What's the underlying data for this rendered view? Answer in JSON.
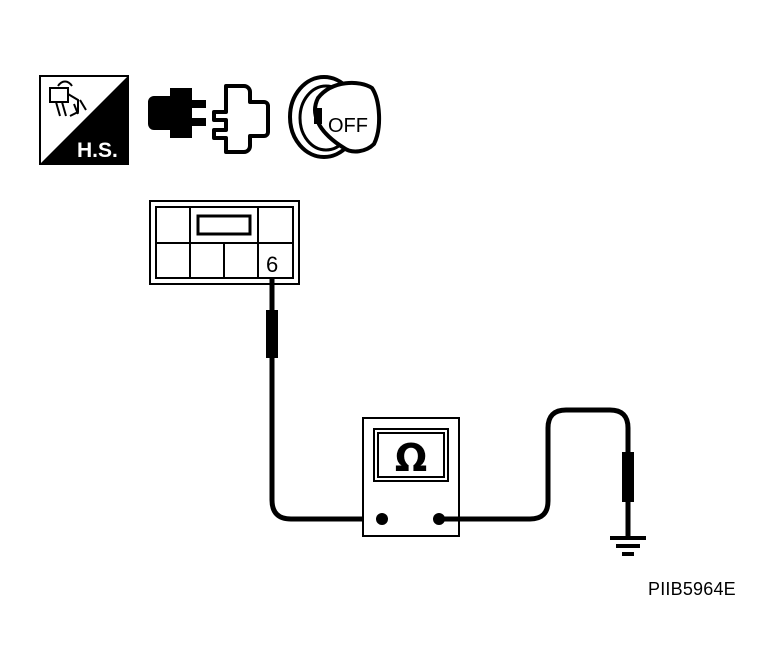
{
  "icons": {
    "harness_icon": {
      "name": "harness-connector-icon",
      "text": "H.S."
    },
    "disconnect_icon": {
      "name": "connector-disconnect-icon"
    },
    "ignition_icon": {
      "name": "ignition-key-icon",
      "text": "OFF"
    }
  },
  "connector": {
    "pin_label": "6"
  },
  "ohmmeter": {
    "symbol": "Ω",
    "icon": "ohmmeter-icon"
  },
  "ground": {
    "icon": "ground-symbol-icon"
  },
  "figure": {
    "reference_code": "PIIB5964E"
  },
  "colors": {
    "line": "#000000",
    "background": "#ffffff"
  }
}
